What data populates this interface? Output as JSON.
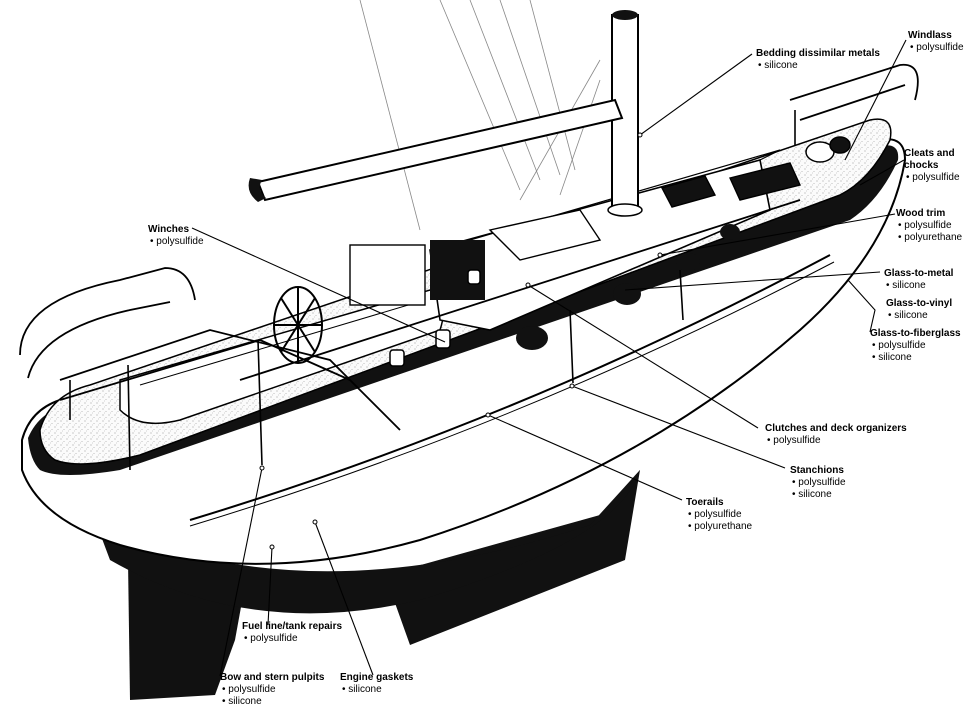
{
  "callouts": {
    "bedding": {
      "title": "Bedding dissimilar metals",
      "items": [
        "silicone"
      ]
    },
    "windlass": {
      "title": "Windlass",
      "items": [
        "polysulfide"
      ]
    },
    "cleats": {
      "title_line1": "Cleats and",
      "title_line2": "chocks",
      "items": [
        "polysulfide"
      ]
    },
    "winches": {
      "title": "Winches",
      "items": [
        "polysulfide"
      ]
    },
    "woodtrim": {
      "title": "Wood trim",
      "items": [
        "polysulfide",
        "polyurethane"
      ]
    },
    "glassmetal": {
      "title": "Glass-to-metal",
      "items": [
        "silicone"
      ]
    },
    "glassvinyl": {
      "title": "Glass-to-vinyl",
      "items": [
        "silicone"
      ]
    },
    "glassfiber": {
      "title": "Glass-to-fiberglass",
      "items": [
        "polysulfide",
        "silicone"
      ]
    },
    "clutches": {
      "title": "Clutches and deck organizers",
      "items": [
        "polysulfide"
      ]
    },
    "stanchions": {
      "title": "Stanchions",
      "items": [
        "polysulfide",
        "silicone"
      ]
    },
    "toerails": {
      "title": "Toerails",
      "items": [
        "polysulfide",
        "polyurethane"
      ]
    },
    "fuelline": {
      "title": "Fuel line/tank repairs",
      "items": [
        "polysulfide"
      ]
    },
    "pulpits": {
      "title": "Bow and stern pulpits",
      "items": [
        "polysulfide",
        "silicone"
      ]
    },
    "gaskets": {
      "title": "Engine gaskets",
      "items": [
        "silicone"
      ]
    }
  }
}
